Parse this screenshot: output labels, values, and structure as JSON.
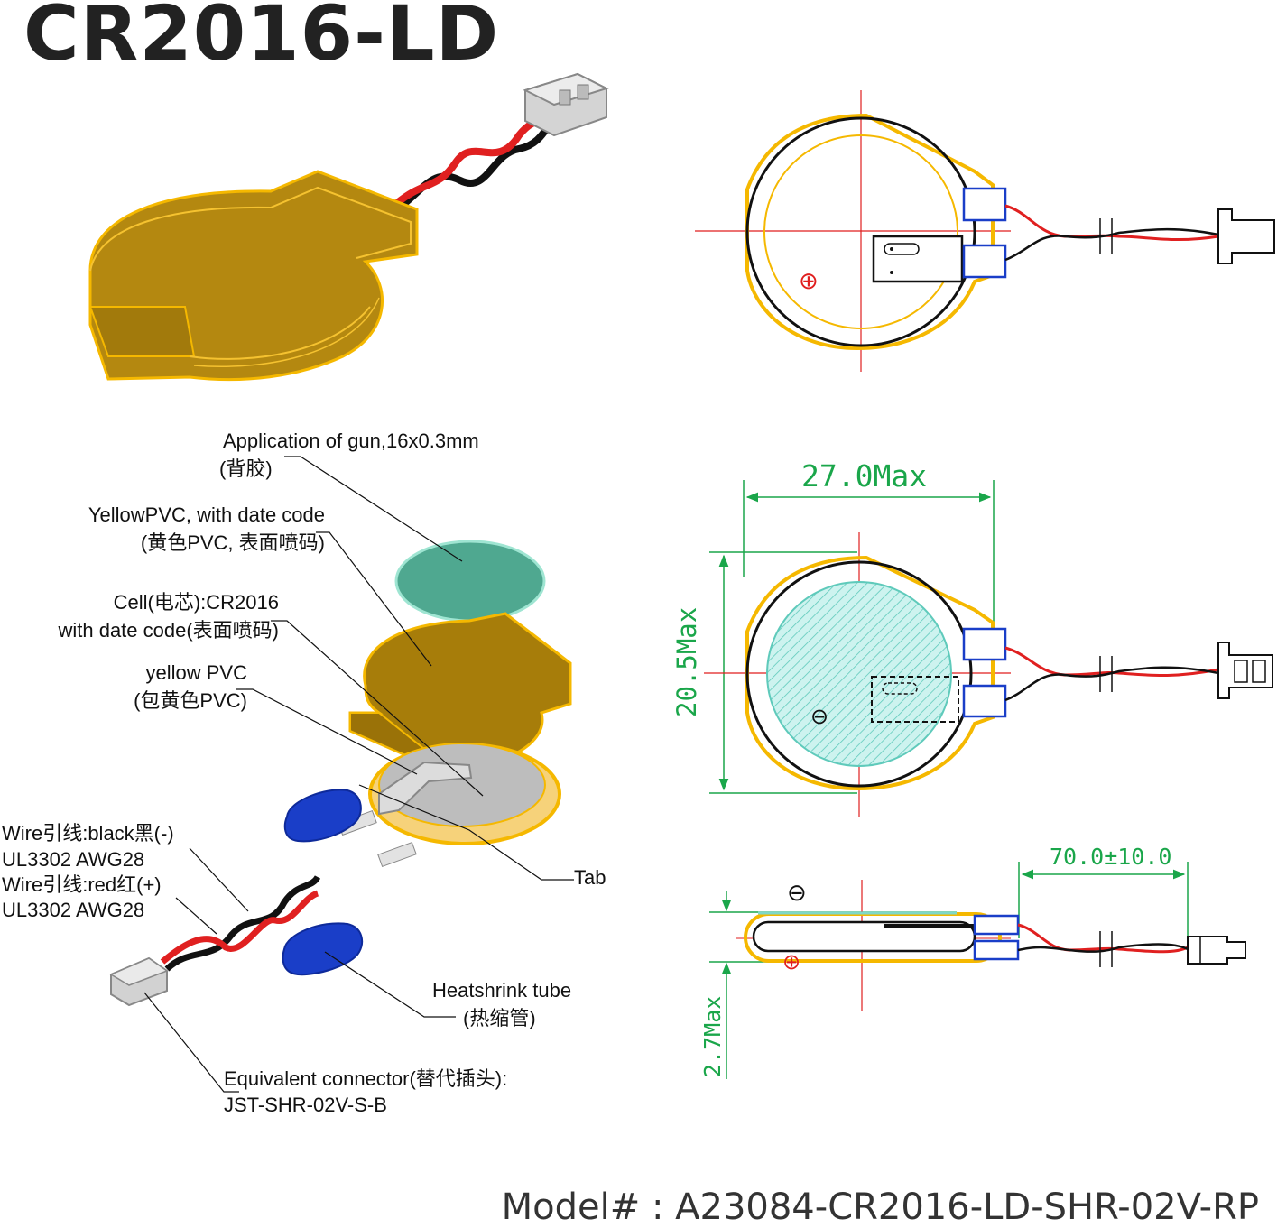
{
  "title": "CR2016-LD",
  "model": "Model# : A23084-CR2016-LD-SHR-02V-RP",
  "callouts": {
    "adhesive_en": "Application of gun,16x0.3mm",
    "adhesive_cn": "(背胶)",
    "yellow_pvc_top_en": "YellowPVC, with date code",
    "yellow_pvc_top_cn": "(黄色PVC, 表面喷码)",
    "cell_en": "Cell(电芯):CR2016",
    "cell_cn": "with date code(表面喷码)",
    "yellow_pvc_en": "yellow PVC",
    "yellow_pvc_cn": "(包黄色PVC)",
    "tab": "Tab",
    "wire_black_1": "Wire引线:black黑(-)",
    "wire_black_2": "UL3302 AWG28",
    "wire_red_1": "Wire引线:red红(+)",
    "wire_red_2": "UL3302 AWG28",
    "heatshrink_en": "Heatshrink tube",
    "heatshrink_cn": "(热缩管)",
    "connector_en": "Equivalent connector(替代插头):",
    "connector_part": "JST-SHR-02V-S-B"
  },
  "dimensions": {
    "width": "27.0Max",
    "height": "20.5Max",
    "thickness": "2.7Max",
    "lead_length": "70.0±10.0"
  },
  "symbols": {
    "plus": "⊕",
    "minus": "⊖"
  },
  "colors": {
    "pvc_yellow": "#b88a10",
    "pvc_outline": "#f5b800",
    "adhesive_green": "#4fa890",
    "heatshrink_blue": "#1a3ec8",
    "dimension_green": "#1aa64a",
    "centerline_red": "#e01e1e",
    "wire_red": "#e02020"
  }
}
